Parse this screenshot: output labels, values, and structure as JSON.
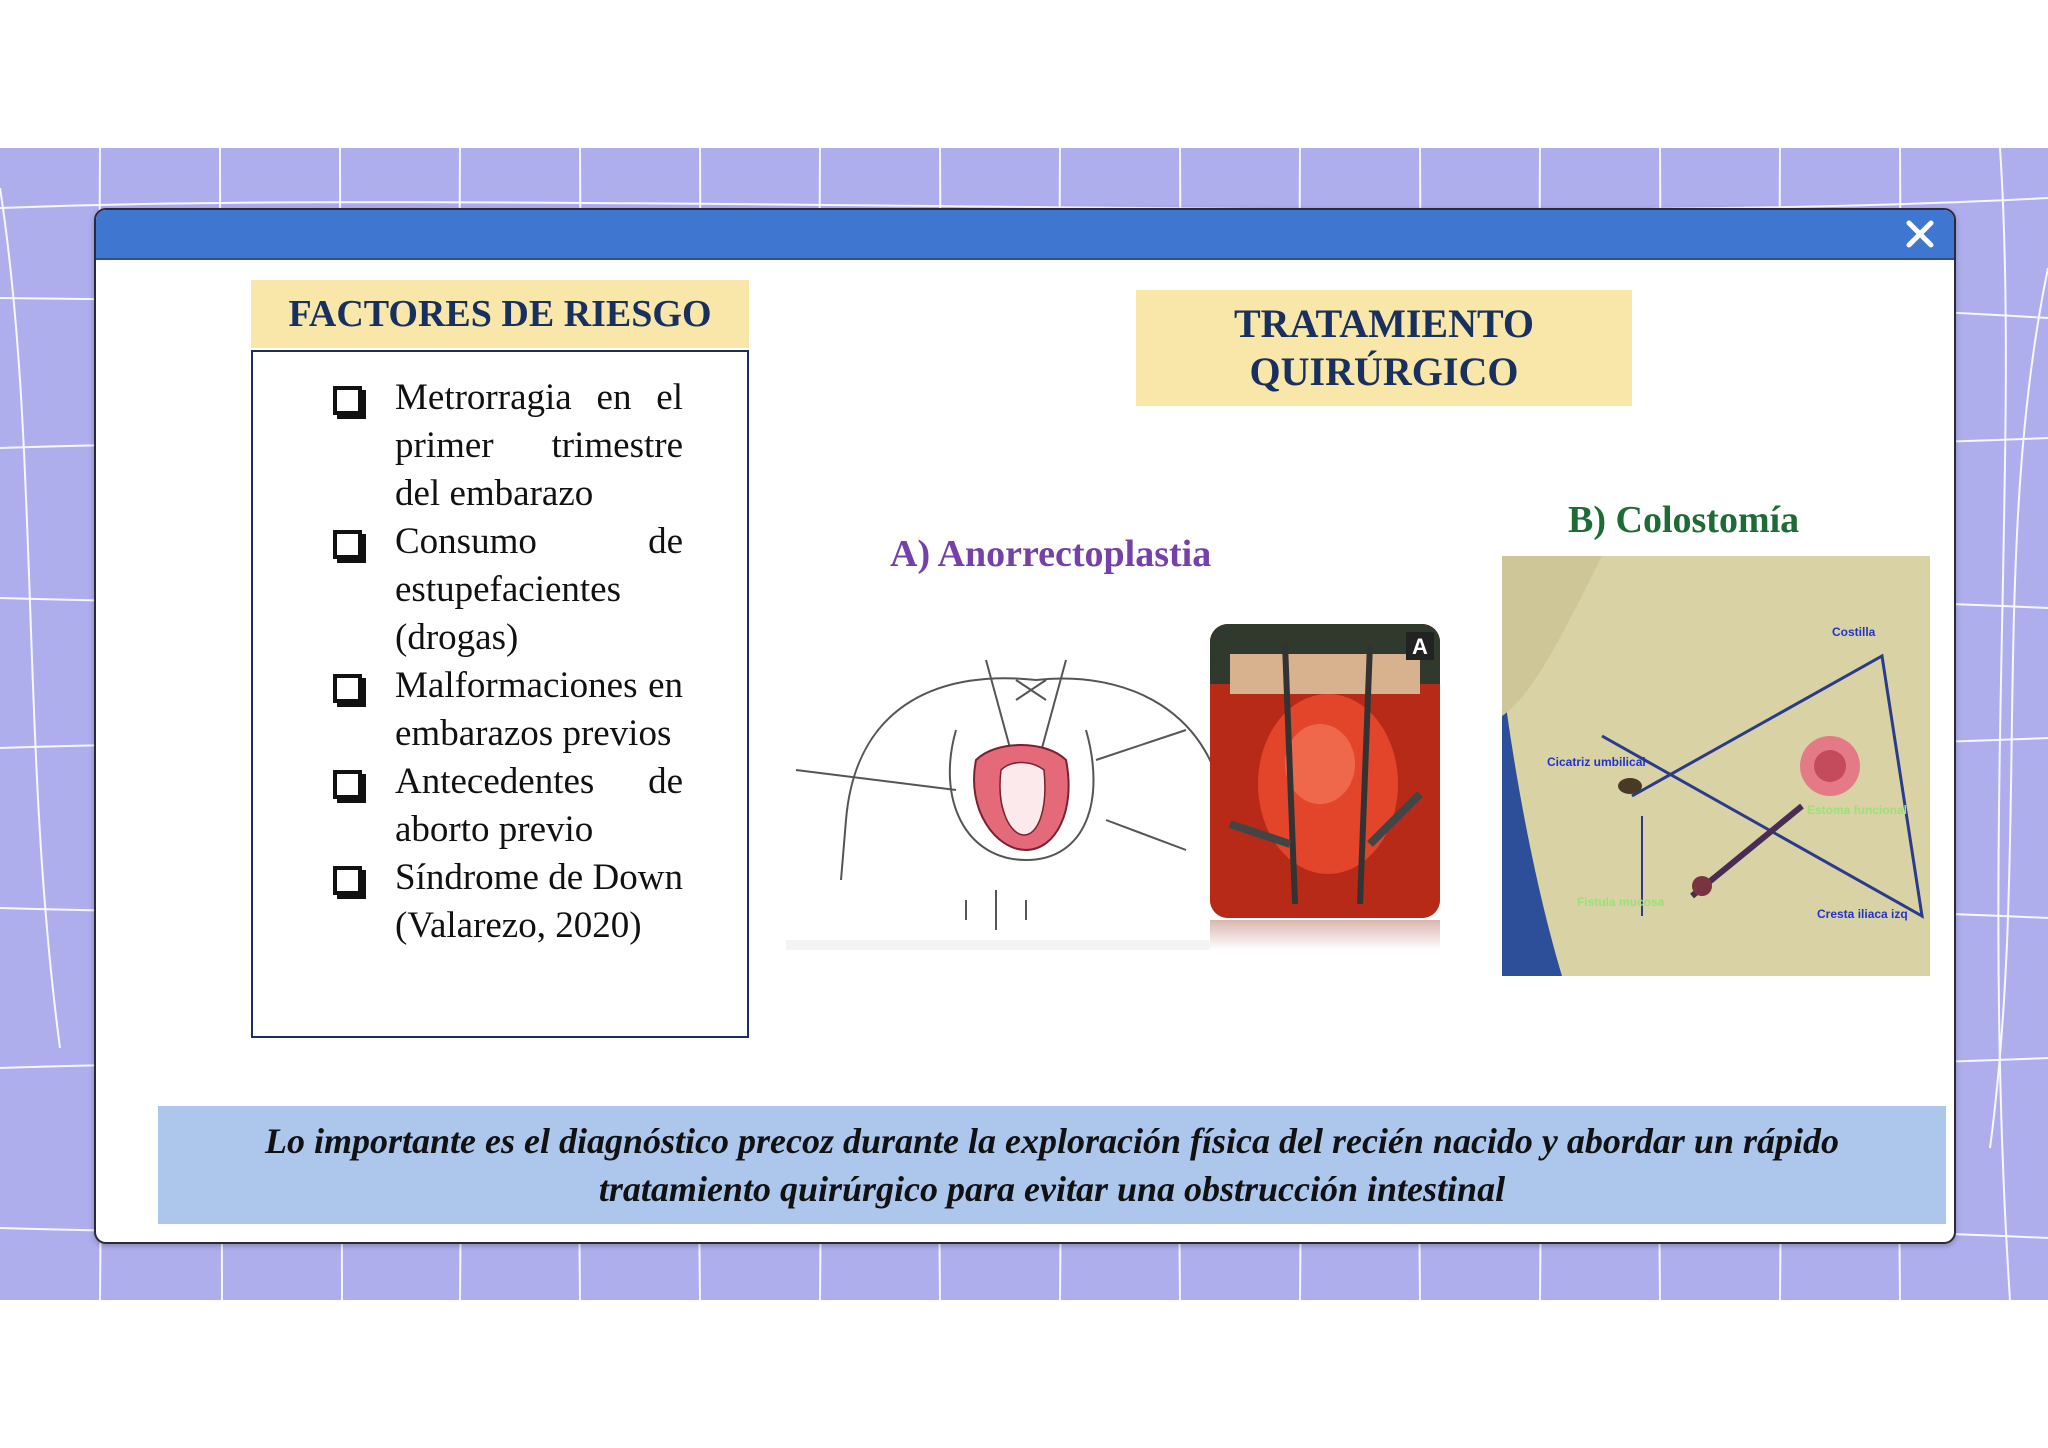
{
  "risk_panel": {
    "title": "FACTORES DE RIESGO",
    "items": [
      "Metrorragia en el primer trimestre del embarazo",
      "Consumo de estupefacientes (drogas)",
      "Malformaciones en embarazos previos",
      "Antecedentes de aborto previo",
      "Síndrome de Down (Valarezo, 2020)"
    ]
  },
  "treatment": {
    "title": "TRATAMIENTO QUIRÚRGICO",
    "option_a": "A) Anorrectoplastia",
    "option_b": "B) Colostomía",
    "photo_a_badge": "A",
    "colostomy_labels": {
      "costilla": "Costilla",
      "cicatriz": "Cicatriz umbilical",
      "estoma": "Estoma funcional",
      "fistula": "Fistula mucosa",
      "cresta": "Cresta iliaca izq"
    }
  },
  "footer": {
    "text": "Lo importante es el diagnóstico precoz durante la exploración física del recién nacido y abordar un rápido tratamiento quirúrgico para evitar una obstrucción intestinal"
  },
  "colors": {
    "background_band": "#afaeed",
    "titlebar": "#3f76cf",
    "header_fill": "#f9e6a9",
    "footer_fill": "#adc6ec",
    "label_a": "#7540a8",
    "label_b": "#1d6b35"
  },
  "icons": {
    "close": "close-icon",
    "checkbox": "checkbox-icon"
  }
}
